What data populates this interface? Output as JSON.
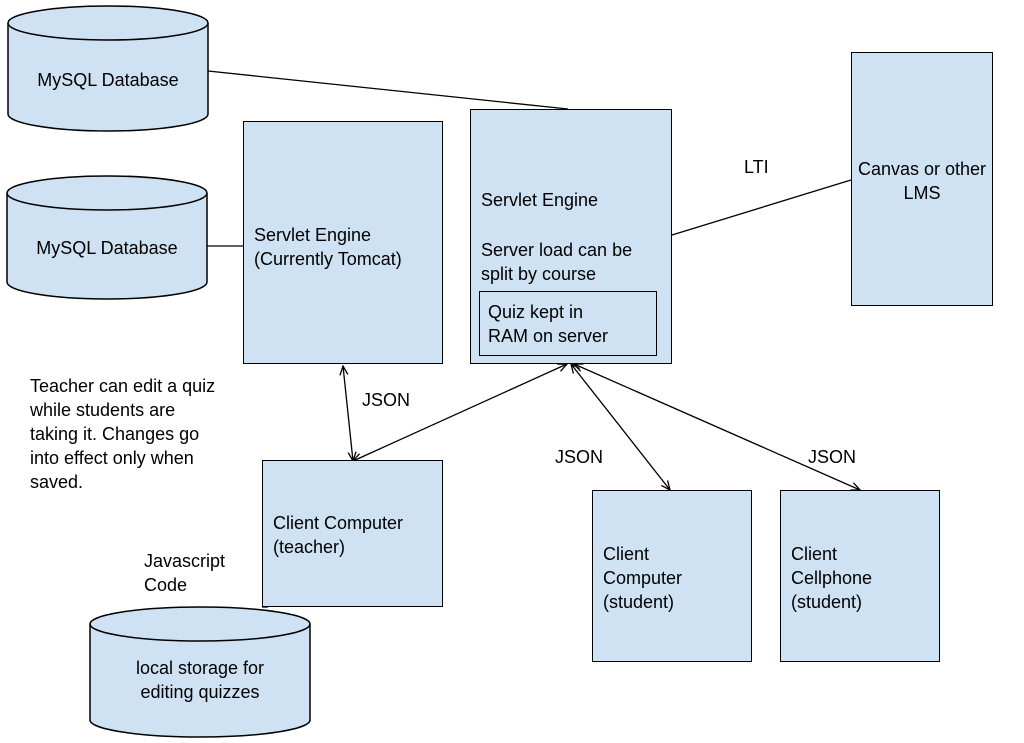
{
  "colors": {
    "fill": "#cfe2f3",
    "stroke": "#000000",
    "background": "#ffffff"
  },
  "databases": {
    "top": "MySQL Database",
    "middle": "MySQL Database",
    "local_line1": "local storage for",
    "local_line2": "editing quizzes"
  },
  "servlet_left": {
    "line1": "Servlet Engine",
    "line2": "(Currently Tomcat)"
  },
  "servlet_main": {
    "title": "Servlet Engine",
    "load_line1": "Server load can be",
    "load_line2": "split by course",
    "quiz_line1": "Quiz kept in",
    "quiz_line2": "RAM on server"
  },
  "lms": {
    "line1": "Canvas or other",
    "line2": "LMS"
  },
  "client_teacher": {
    "line1": "Client Computer",
    "line2": "(teacher)"
  },
  "client_student": {
    "line1": "Client",
    "line2": "Computer",
    "line3": "(student)"
  },
  "client_phone": {
    "line1": "Client",
    "line2": "Cellphone",
    "line3": "(student)"
  },
  "labels": {
    "lti": "LTI",
    "json_teacher": "JSON",
    "json_student": "JSON",
    "json_phone": "JSON",
    "js_line1": "Javascript",
    "js_line2": "Code"
  },
  "note": {
    "line1": "Teacher can edit a quiz",
    "line2": "while students are",
    "line3": "taking it.  Changes go",
    "line4": "into effect only when",
    "line5": "saved."
  }
}
